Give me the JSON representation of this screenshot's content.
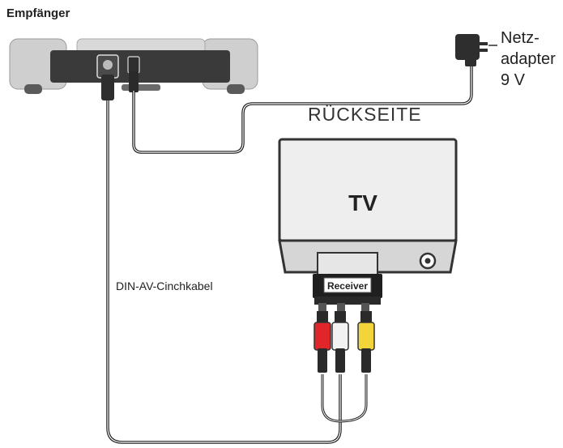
{
  "labels": {
    "receiver": "Empfänger",
    "adapter_line1": "Netz-",
    "adapter_line2": "adapter",
    "adapter_line3": "9 V",
    "back_side": "RÜCKSEITE",
    "tv": "TV",
    "scart_adapter": "Receiver",
    "cable": "DIN-AV-Cinchkabel"
  },
  "colors": {
    "plug_red": "#e0262b",
    "plug_white": "#f2f2f2",
    "plug_yellow": "#f1d53a",
    "device_body": "#cfcfcf",
    "device_dark": "#3a3a3a",
    "tv_body": "#d6d6d6"
  }
}
